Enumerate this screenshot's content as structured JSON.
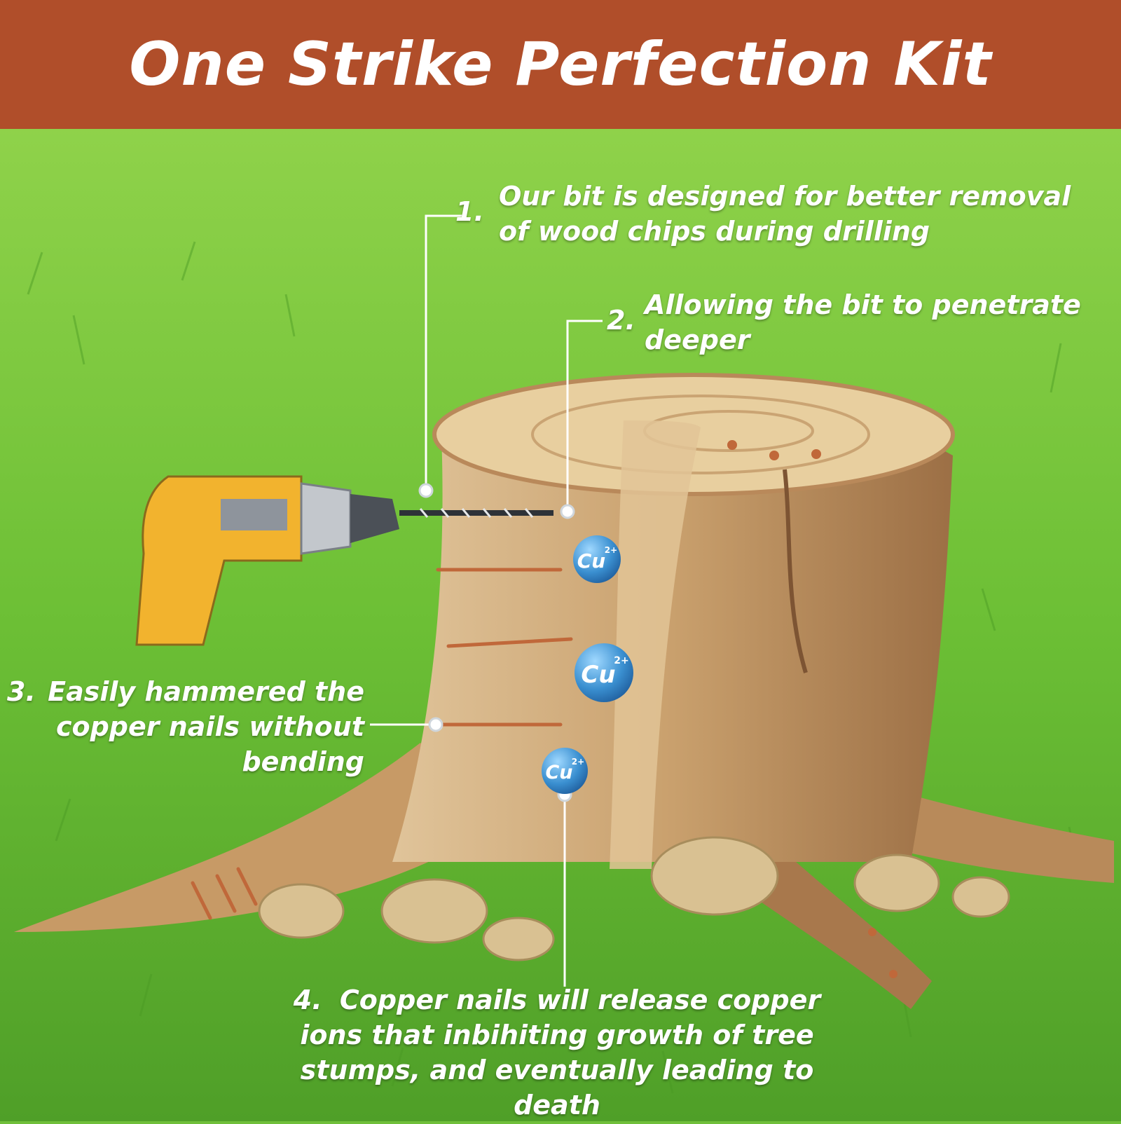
{
  "title": "One Strike Perfection Kit",
  "callouts": [
    {
      "number": "1.",
      "text": "Our bit is designed for better removal of wood chips during drilling"
    },
    {
      "number": "2.",
      "text": "Allowing the bit to penetrate deeper"
    },
    {
      "number": "3.",
      "text": "Easily hammered the copper nails without bending"
    },
    {
      "number": "4.",
      "text": "Copper nails will release copper ions that inbihiting growth of tree stumps, and eventually leading to death"
    }
  ],
  "ion_badges": [
    {
      "symbol": "Cu",
      "charge": "2+"
    },
    {
      "symbol": "Cu",
      "charge": "2+"
    },
    {
      "symbol": "Cu",
      "charge": "2+"
    }
  ],
  "colors": {
    "banner": "#b04e2a",
    "grass": "#6fbf3a",
    "stump": "#c49a6c",
    "drill_body": "#f2b32e",
    "copper": "#c0683a",
    "ion_badge": "#3a8fd0"
  }
}
